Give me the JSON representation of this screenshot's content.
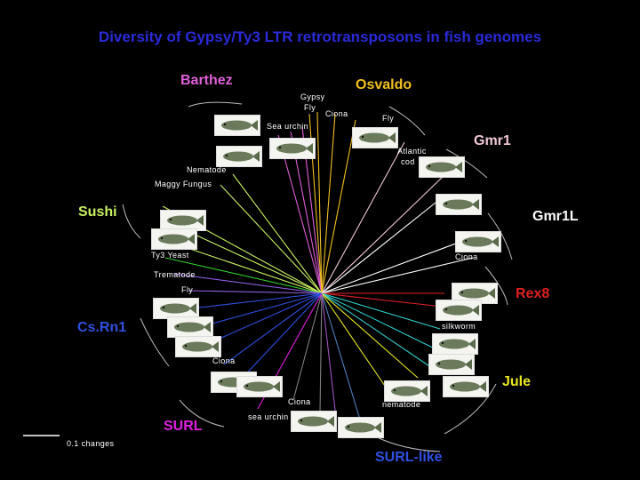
{
  "title": "Diversity of Gypsy/Ty3 LTR retrotransposons in fish genomes",
  "families": {
    "barthez": "Barthez",
    "osvaldo": "Osvaldo",
    "gmr1": "Gmr1",
    "sushi": "Sushi",
    "gmr1l": "Gmr1L",
    "rex8": "Rex8",
    "csrn1": "Cs.Rn1",
    "jule": "Jule",
    "surl": "SURL",
    "surl_like": "SURL-like"
  },
  "species": {
    "gypsy": "Gypsy",
    "fly_gypsy": "Fly",
    "ciona_top": "Ciona",
    "sea_urchin_top": "Sea urchin",
    "fly_osvaldo": "Fly",
    "atlantic": "Atlantic",
    "cod": "cod",
    "nematode_top": "Nematode",
    "maggy_fungus": "Maggy Fungus",
    "ty3_yeast": "Ty3 Yeast",
    "ciona_right": "Ciona",
    "trematode": "Trematode",
    "fly_left": "Fly",
    "silkworm": "silkworm",
    "ciona_left": "Ciona",
    "ciona_bottom": "Ciona",
    "nematode_bottom": "nematode",
    "sea_urchin_bottom": "sea urchin"
  },
  "scale_label": "0.1 changes",
  "colors": {
    "title": "#2a2ad8",
    "pink": "#e060d8",
    "gold": "#f0c020",
    "lightpink": "#f0c8d8",
    "lime": "#c8f060",
    "green": "#30d030",
    "white": "#ffffff",
    "blue": "#3050e0",
    "red": "#e02020",
    "cyan": "#30d0d0",
    "violet": "#9060e0",
    "purple": "#a050c0",
    "grey": "#808080",
    "yellow": "#e8e820",
    "magenta": "#e020e0",
    "steel": "#5080c0"
  },
  "fish_icons": [
    "fish-icon",
    "fish-icon",
    "fish-icon",
    "fish-icon",
    "fish-icon",
    "fish-icon",
    "fish-icon",
    "fish-icon",
    "fish-icon",
    "fish-icon",
    "fish-icon",
    "fish-icon",
    "fish-icon",
    "fish-icon",
    "fish-icon",
    "fish-icon",
    "fish-icon",
    "fish-icon",
    "fish-icon",
    "fish-icon",
    "fish-icon",
    "fish-icon"
  ]
}
